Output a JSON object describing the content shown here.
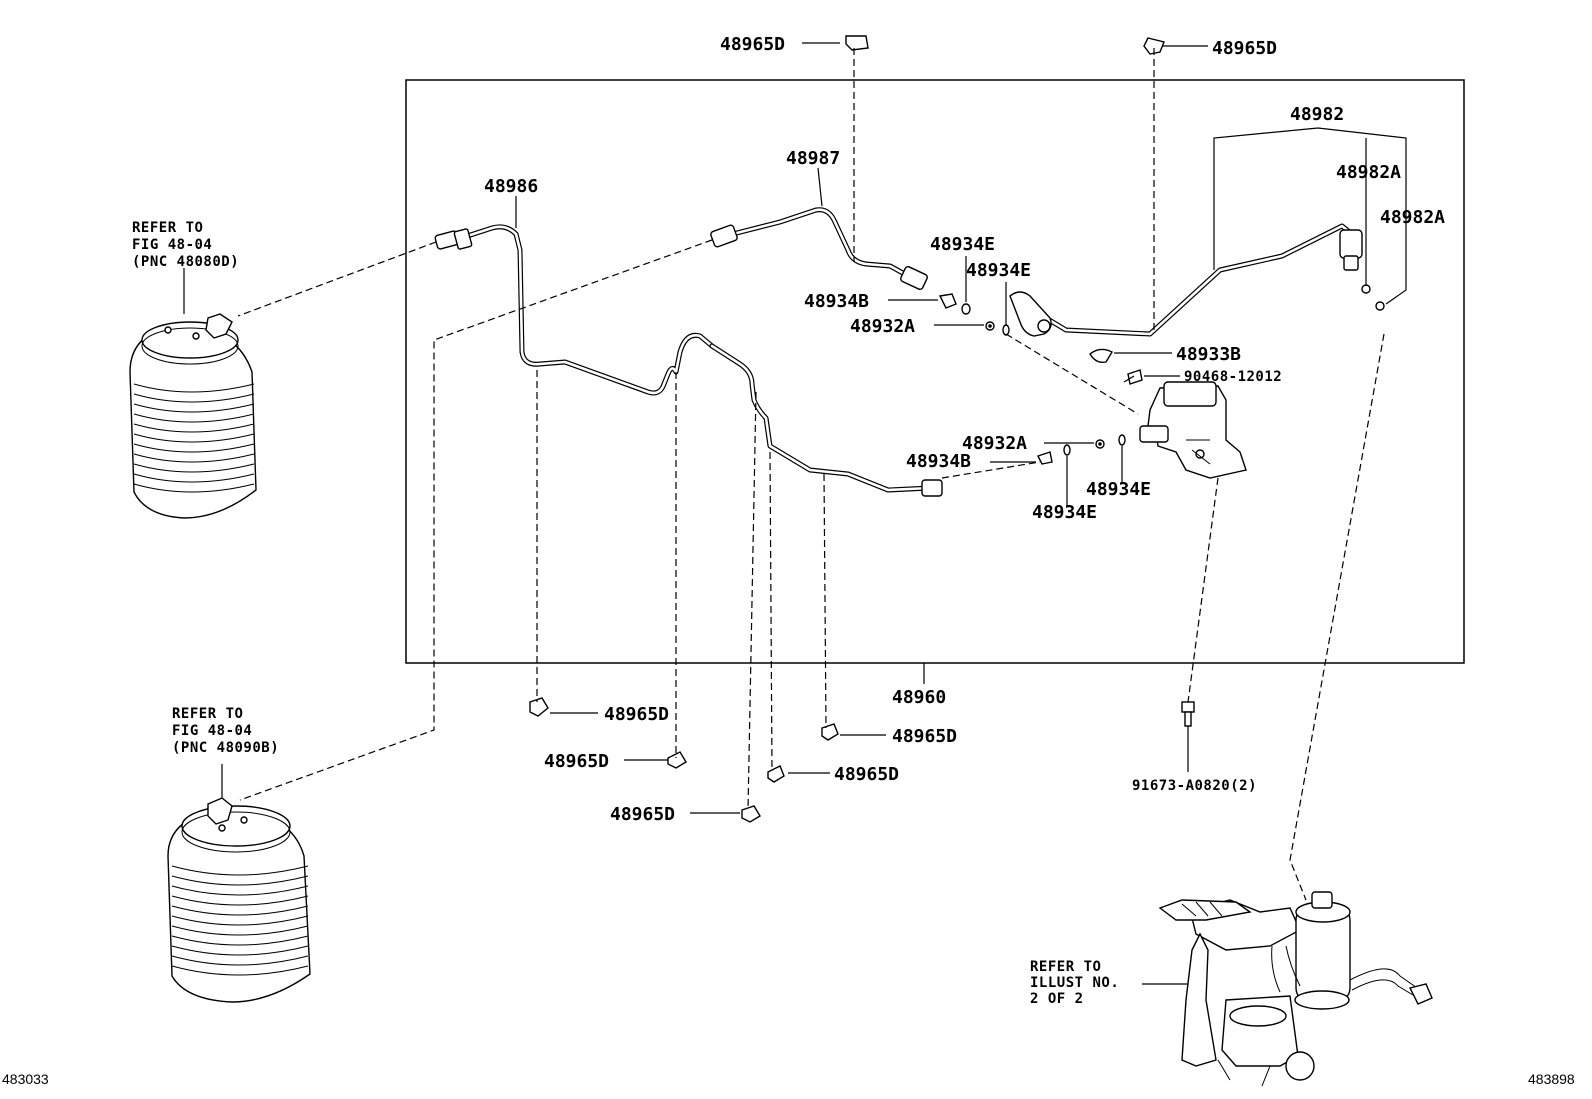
{
  "callouts": {
    "p48965D_top_left": "48965D",
    "p48965D_top_right": "48965D",
    "p48982": "48982",
    "p48982A_1": "48982A",
    "p48982A_2": "48982A",
    "p48987": "48987",
    "p48986": "48986",
    "p48934E_1": "48934E",
    "p48934E_2": "48934E",
    "p48934B_1": "48934B",
    "p48932A_1": "48932A",
    "p48933B": "48933B",
    "p90468": "90468-12012",
    "p48932A_2": "48932A",
    "p48934B_2": "48934B",
    "p48934E_3": "48934E",
    "p48934E_4": "48934E",
    "p48960": "48960",
    "p48965D_b1": "48965D",
    "p48965D_b2": "48965D",
    "p48965D_b3": "48965D",
    "p48965D_b4": "48965D",
    "p48965D_b5": "48965D",
    "p91673": "91673-A0820(2)"
  },
  "refer_notes": {
    "upper_air_spring": [
      "REFER TO",
      "FIG 48-04",
      "(PNC 48080D)"
    ],
    "lower_air_spring": [
      "REFER TO",
      "FIG 48-04",
      "(PNC 48090B)"
    ],
    "compressor": [
      "REFER TO",
      "ILLUST NO.",
      "2 OF 2"
    ]
  },
  "corner_codes": {
    "left": "483033",
    "right": "483898"
  },
  "colors": {
    "ink": "#000000",
    "paper": "#ffffff"
  }
}
